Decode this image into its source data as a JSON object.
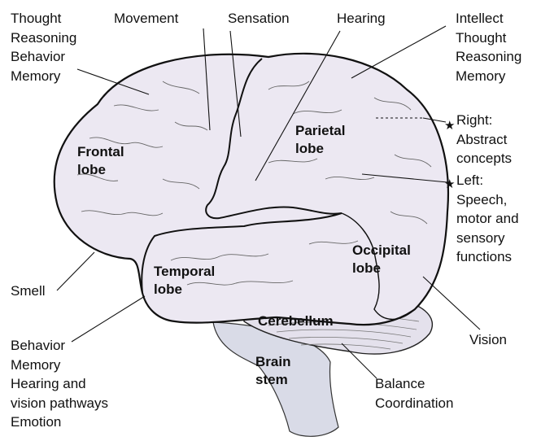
{
  "lobes": {
    "frontal": [
      "Frontal",
      "lobe"
    ],
    "parietal": [
      "Parietal",
      "lobe"
    ],
    "temporal": [
      "Temporal",
      "lobe"
    ],
    "occipital": [
      "Occipital",
      "lobe"
    ],
    "cerebellum": [
      "Cerebellum"
    ],
    "brain_stem": [
      "Brain",
      "stem"
    ]
  },
  "labels": {
    "frontal_functions": [
      "Thought",
      "Reasoning",
      "Behavior",
      "Memory"
    ],
    "movement": [
      "Movement"
    ],
    "sensation": [
      "Sensation"
    ],
    "hearing": [
      "Hearing"
    ],
    "parietal_functions": [
      "Intellect",
      "Thought",
      "Reasoning",
      "Memory"
    ],
    "right": [
      "Right:",
      "Abstract",
      "concepts"
    ],
    "left": [
      "Left:",
      "Speech,",
      "motor and",
      "sensory",
      "functions"
    ],
    "smell": [
      "Smell"
    ],
    "temporal_functions": [
      "Behavior",
      "Memory",
      "Hearing and",
      "vision pathways",
      "Emotion"
    ],
    "vision": [
      "Vision"
    ],
    "cerebellum_functions": [
      "Balance",
      "Coordination"
    ]
  },
  "markers": {
    "star": "★"
  },
  "colors": {
    "brain_fill": "#ece8f2",
    "outline": "#111111",
    "stem_fill": "#d9dbe7"
  }
}
